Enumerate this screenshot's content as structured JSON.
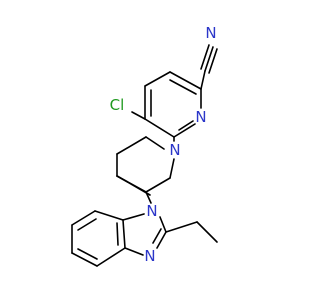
{
  "atoms": {
    "n_nitrile": "N",
    "cl": "Cl",
    "n_pyridine": "N",
    "n_piperidine": "N",
    "n_benzimidazole_1": "N",
    "n_benzimidazole_3": "N"
  },
  "colors": {
    "bond": "#000000",
    "nitrogen": "#2b36c9",
    "chlorine": "#1f9a1f",
    "background": "#ffffff"
  }
}
